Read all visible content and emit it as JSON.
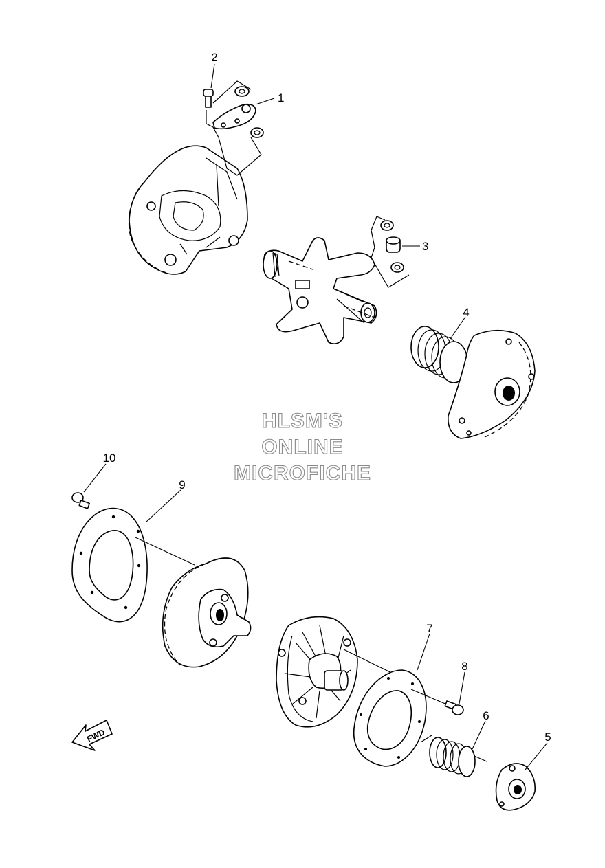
{
  "watermark": {
    "line1": "HLSM'S",
    "line2": "ONLINE",
    "line3": "MICROFICHE"
  },
  "fwd_label": "FWD",
  "callouts": [
    "1",
    "2",
    "3",
    "4",
    "5",
    "6",
    "7",
    "8",
    "9",
    "10"
  ]
}
